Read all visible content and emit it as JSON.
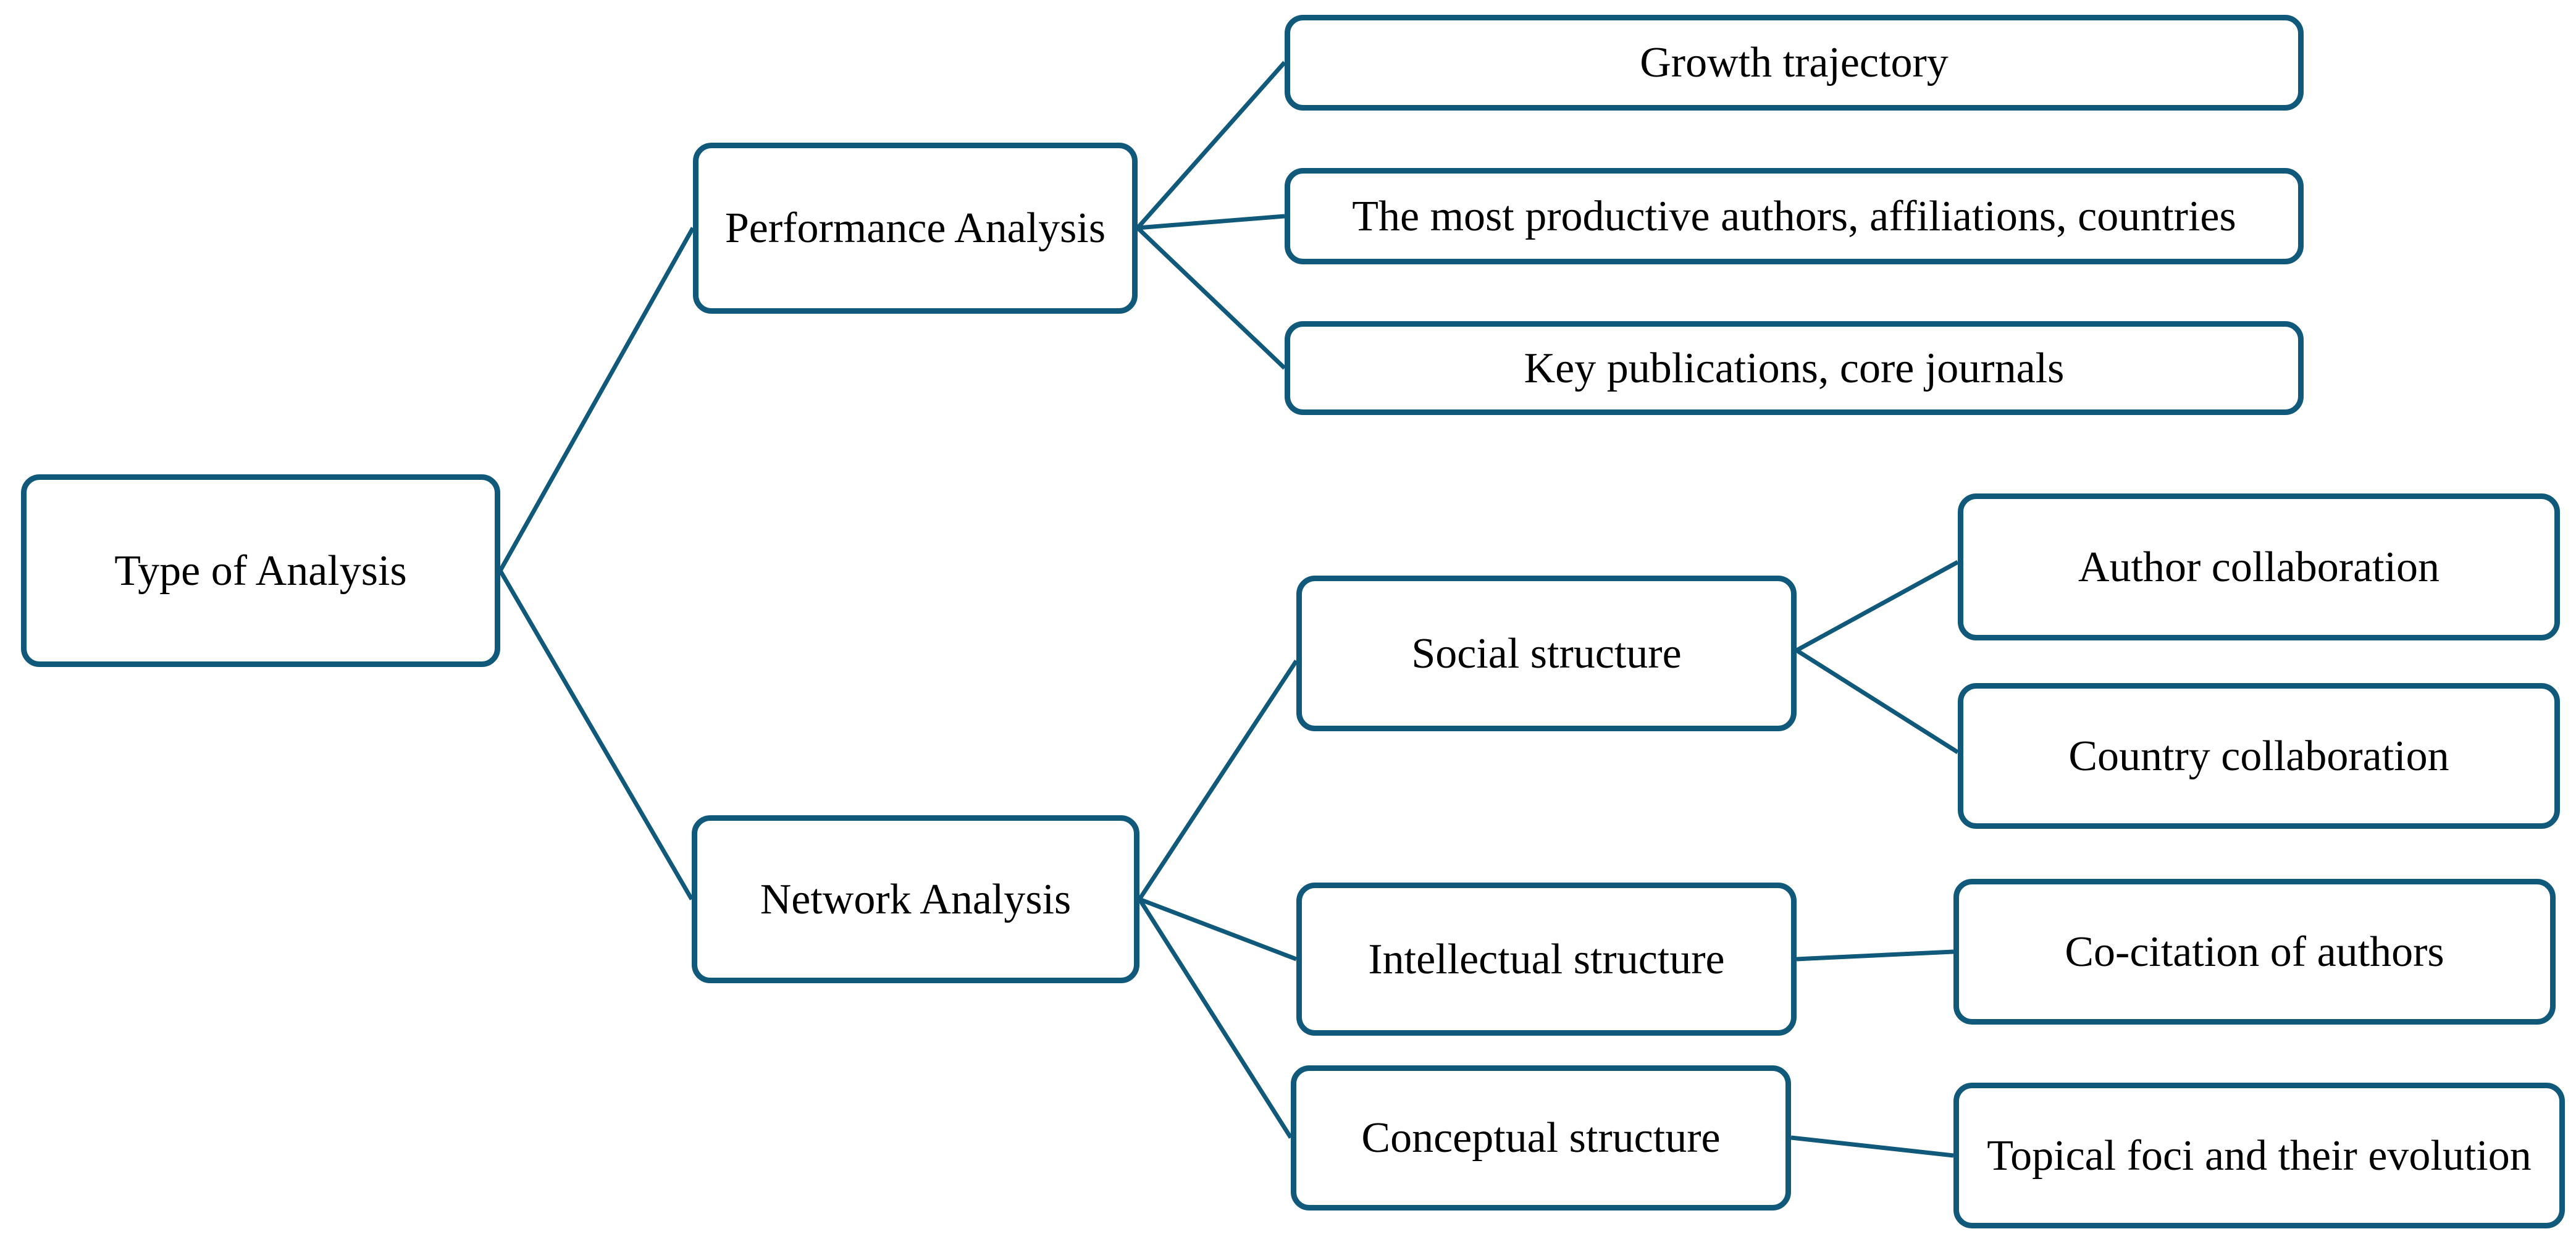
{
  "tree": {
    "root": {
      "label": "Type of Analysis"
    },
    "children": [
      {
        "label": "Performance Analysis",
        "children": [
          {
            "label": "Growth trajectory"
          },
          {
            "label": "The most productive authors, affiliations, countries"
          },
          {
            "label": "Key publications, core journals"
          }
        ]
      },
      {
        "label": "Network Analysis",
        "children": [
          {
            "label": "Social structure",
            "children": [
              {
                "label": "Author collaboration"
              },
              {
                "label": "Country collaboration"
              }
            ]
          },
          {
            "label": "Intellectual structure",
            "children": [
              {
                "label": "Co-citation of authors"
              }
            ]
          },
          {
            "label": "Conceptual structure",
            "children": [
              {
                "label": "Topical foci and their evolution"
              }
            ]
          }
        ]
      }
    ]
  },
  "colors": {
    "line": "#11597b",
    "text": "#000000",
    "background": "#ffffff"
  }
}
